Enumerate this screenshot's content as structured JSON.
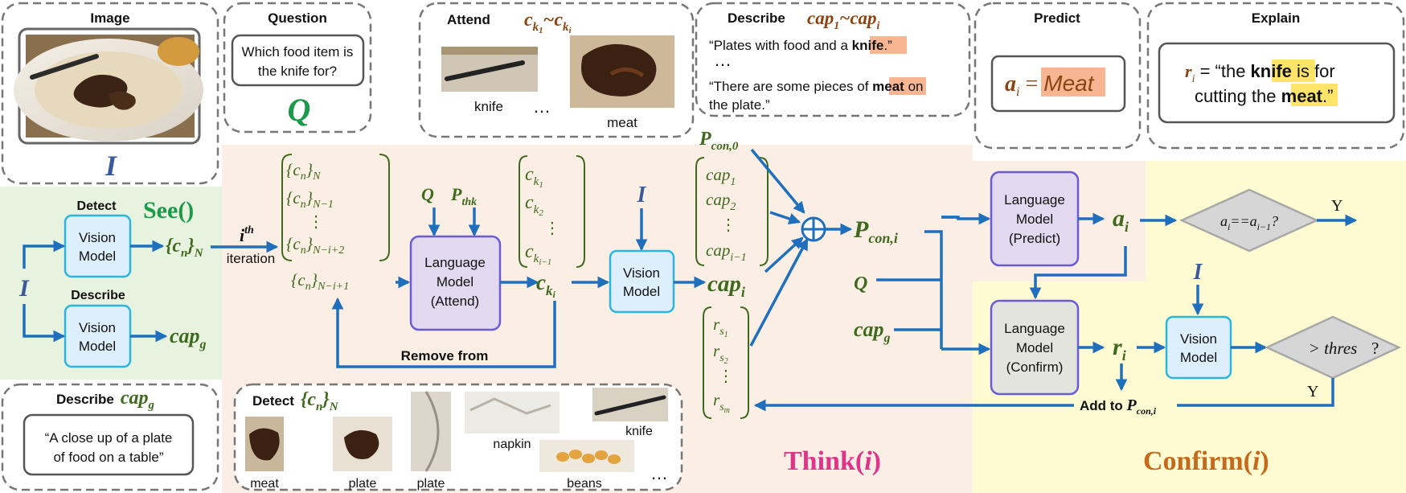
{
  "panels": {
    "image": {
      "title": "Image",
      "symbol": "I"
    },
    "question": {
      "title": "Question",
      "text_line1": "Which food item is",
      "text_line2": "the knife for?",
      "symbol": "Q"
    },
    "attend": {
      "title": "Attend",
      "symbol": "c",
      "crop1": "knife",
      "ellipsis": "…",
      "crop2": "meat"
    },
    "describe_top": {
      "title": "Describe",
      "symbol": "cap",
      "cap1_pre": "“Plates with food and a ",
      "cap1_hl": "knife",
      "cap1_post": ".”",
      "ellipsis": "…",
      "cap2_pre": "“There are some pieces of ",
      "cap2_hl": "meat",
      "cap2_post": " on",
      "cap2_line2": "the plate.”"
    },
    "predict": {
      "title": "Predict",
      "answer": "Meat"
    },
    "explain": {
      "title": "Explain",
      "line1_pre": " = “the ",
      "line1_hl": "knife",
      "line1_post": " is for",
      "line2_pre": "cutting the ",
      "line2_hl": "meat",
      "line2_post": ".”"
    },
    "describe_global": {
      "title": "Describe",
      "symbol": "cap",
      "text_line1": "“A close up of a plate",
      "text_line2": "of food on a table”"
    },
    "detect_bottom": {
      "title": "Detect",
      "crops": [
        "meat",
        "plate",
        "plate",
        "napkin",
        "knife",
        "beans"
      ],
      "ellipsis": "…"
    }
  },
  "see": {
    "title": "See()",
    "detect_label": "Detect",
    "describe_label": "Describe",
    "vision_model_line1": "Vision",
    "vision_model_line2": "Model",
    "input": "I"
  },
  "think": {
    "title": "Think(",
    "iteration_text": "iteration",
    "iteration_sup": "th",
    "remove_label": "Remove from",
    "lm_attend": [
      "Language",
      "Model",
      "(Attend)"
    ],
    "vision_model": [
      "Vision",
      "Model"
    ]
  },
  "confirm": {
    "title": "Confirm(",
    "lm_predict": [
      "Language",
      "Model",
      "(Predict)"
    ],
    "lm_confirm": [
      "Language",
      "Model",
      "(Confirm)"
    ],
    "vision_model": [
      "Vision",
      "Model"
    ],
    "decision1": "==",
    "decision2": "> thres",
    "yes": "Y",
    "add_to": "Add to "
  },
  "colors": {
    "arrow": "#1f6fbd",
    "see_bg": "#e7f2df",
    "think_bg": "#fbeee4",
    "confirm_bg": "#fefbd3",
    "green_text": "#3f6a1e",
    "blue_symbol": "#3a5a9c",
    "brown_text": "#8b4513",
    "pink_title": "#e0338a",
    "orange_title": "#c56a1b",
    "vision_fill": "#ddeffc",
    "vision_stroke": "#2cb5e0",
    "lm_fill": "#e2d8f0",
    "lm_stroke": "#6a5bd6",
    "lm_confirm_fill": "#e4e4de",
    "highlight_orange": "#f7b592",
    "highlight_yellow": "#ffe46a"
  }
}
